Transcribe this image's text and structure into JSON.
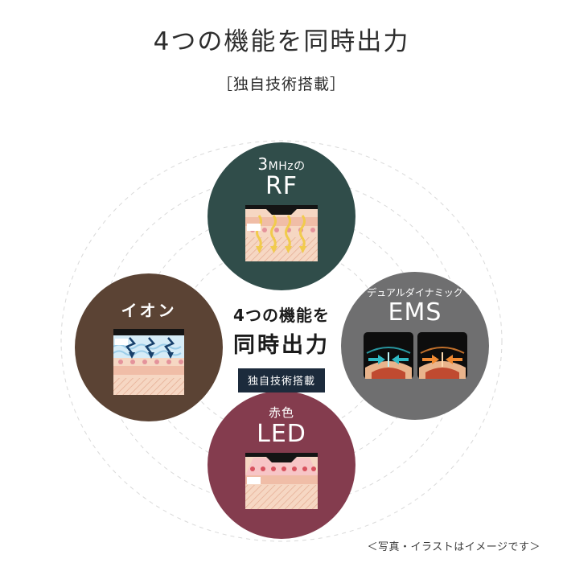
{
  "page": {
    "title": "4つの機能を同時出力",
    "subtitle": "［独自技術搭載］",
    "disclaimer": "＜写真・イラストはイメージです＞",
    "background_color": "#ffffff"
  },
  "center": {
    "line1": "4つの機能を",
    "line2": "同時出力",
    "badge_label": "独自技術搭載",
    "badge_color": "#1c2b3c",
    "text_color": "#1b1b1b"
  },
  "features": {
    "rf": {
      "prefix": "3",
      "unit": "MHz",
      "particle": "の",
      "name": "RF",
      "color": "#304d4a",
      "icon": "rf-skin-penetration-illustration"
    },
    "ion": {
      "name": "イオン",
      "color": "#5b4334",
      "icon": "ion-skin-moisture-illustration"
    },
    "ems": {
      "sub": "デュアルダイナミック",
      "name": "EMS",
      "color": "#6f6f70",
      "icon": "ems-muscle-contraction-illustration"
    },
    "led": {
      "sub": "赤色",
      "name": "LED",
      "color": "#843c4e",
      "icon": "led-red-light-skin-illustration"
    }
  },
  "decor": {
    "orbit_line_color": "#d9d9d9"
  }
}
